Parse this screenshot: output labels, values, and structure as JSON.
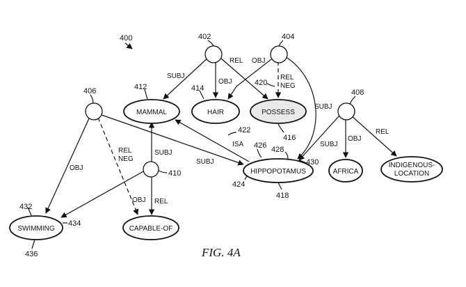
{
  "figure": {
    "caption": "FIG. 4A",
    "ref_main": "400"
  },
  "nodes": {
    "mammal": "MAMMAL",
    "hair": "HAIR",
    "possess": "POSSESS",
    "hippopotamus": "HIPPOPOTAMUS",
    "africa": "AFRICA",
    "indigenous_line1": "INDIGENOUS-",
    "indigenous_line2": "LOCATION",
    "swimming": "SWIMMING",
    "capable_of": "CAPABLE-OF"
  },
  "edge_labels": {
    "subj_402": "SUBJ",
    "obj_402": "OBJ",
    "rel_402": "REL",
    "obj_404": "OBJ",
    "rel_neg_404_a": "REL",
    "rel_neg_404_b": "NEG",
    "subj_404": "SUBJ",
    "isa": "ISA",
    "subj_406": "SUBJ",
    "obj_406": "OBJ",
    "rel_neg_406_a": "REL",
    "rel_neg_406_b": "NEG",
    "subj_410": "SUBJ",
    "obj_410": "OBJ",
    "rel_410": "REL",
    "subj_408": "SUBJ",
    "obj_408": "OBJ",
    "rel_408": "REL"
  },
  "refs": {
    "r402": "402",
    "r404": "404",
    "r406": "406",
    "r408": "408",
    "r410": "410",
    "r412": "412",
    "r414": "414",
    "r416": "416",
    "r418": "418",
    "r420": "420",
    "r422": "422",
    "r424": "424",
    "r426": "426",
    "r428": "428",
    "r430": "430",
    "r432": "432",
    "r434": "434",
    "r436": "436"
  }
}
